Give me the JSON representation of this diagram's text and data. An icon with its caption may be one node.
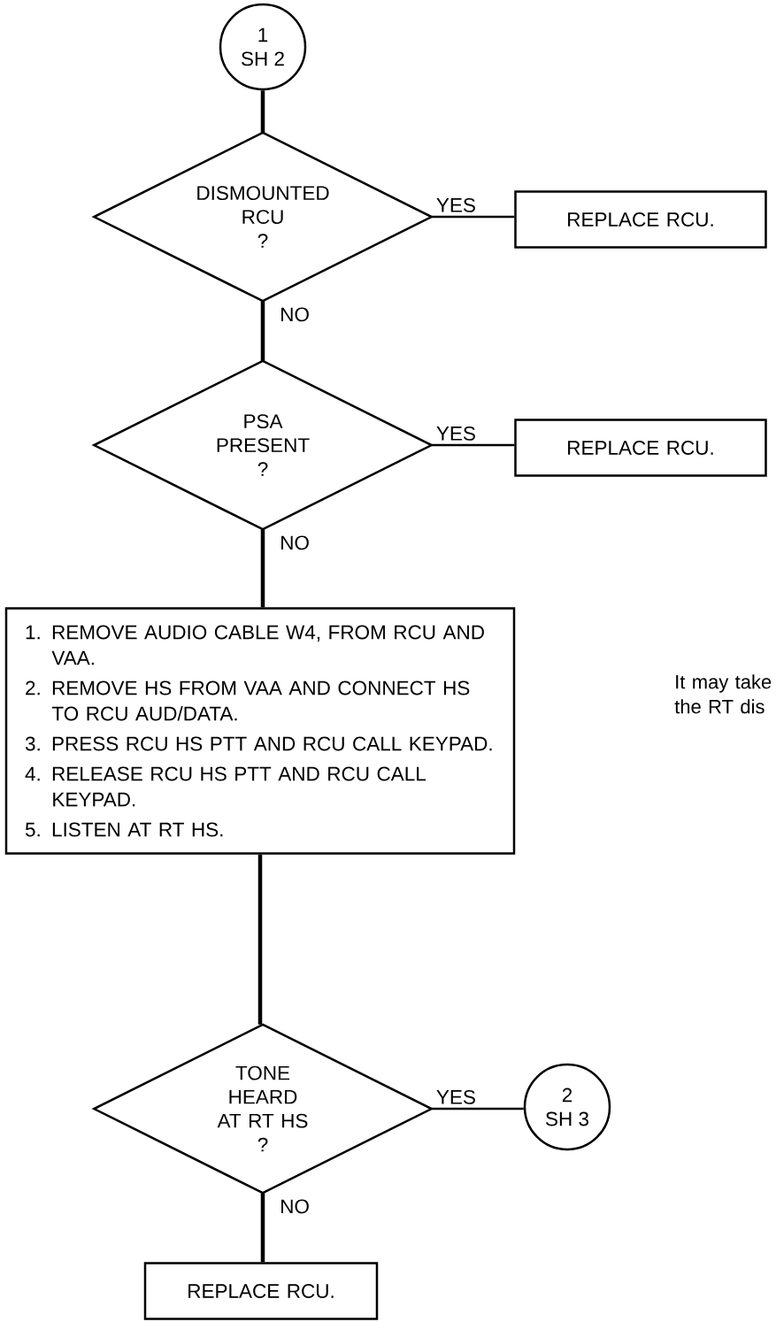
{
  "diagram": {
    "nodes": [
      {
        "text": [
          "1",
          "SH 2"
        ]
      },
      {
        "text": [
          "DISMOUNTED RCU",
          "?"
        ]
      },
      {
        "text": [
          "REPLACE RCU."
        ]
      },
      {
        "text": [
          "PSA PRESENT",
          "?"
        ]
      },
      {
        "text": [
          "REPLACE RCU."
        ]
      },
      {
        "text": [
          "1. REMOVE AUDIO CABLE W4, FROM RCU AND VAA.",
          "2. REMOVE HS FROM VAA AND CONNECT HS TO RCU AUD/DATA.",
          "3. PRESS RCU HS PTT AND RCU CALL KEYPAD.",
          "4. RELEASE RCU HS PTT AND RCU CALL KEYPAD.",
          "5. LISTEN AT RT HS."
        ]
      },
      {
        "text": [
          "TONE HEARD AT RT HS",
          "?"
        ]
      },
      {
        "text": [
          "2",
          "SH 3"
        ]
      },
      {
        "text": [
          "REPLACE RCU."
        ]
      }
    ],
    "edges": [
      {
        "from": 0,
        "to": 1,
        "arrow": "none"
      },
      {
        "from": 1,
        "to": 2,
        "arrow": "none",
        "label": "YES"
      },
      {
        "from": 1,
        "to": 3,
        "arrow": "none",
        "label": "NO"
      },
      {
        "from": 3,
        "to": 4,
        "arrow": "none",
        "label": "YES"
      },
      {
        "from": 3,
        "to": 5,
        "arrow": "none",
        "label": "NO"
      },
      {
        "from": 5,
        "to": 6,
        "arrow": "none"
      },
      {
        "from": 6,
        "to": 7,
        "arrow": "none",
        "label": "YES"
      },
      {
        "from": 6,
        "to": 8,
        "arrow": "none",
        "label": "NO"
      }
    ],
    "labels": [
      "It may take the RT dis"
    ]
  }
}
